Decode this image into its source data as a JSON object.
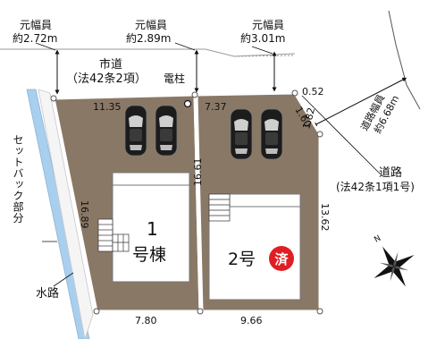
{
  "original_road_widths": [
    {
      "heading": "元幅員",
      "value": "約2.72m"
    },
    {
      "heading": "元幅員",
      "value": "約2.89m"
    },
    {
      "heading": "元幅員",
      "value": "約3.01m"
    }
  ],
  "city_road": {
    "name": "市道",
    "law": "（法42条2項）"
  },
  "utility_pole_label": "電柱",
  "corner_cut_label": "0.52",
  "road_right": {
    "width_heading": "道路幅員",
    "width_value": "約6.68m",
    "name": "道路",
    "law": "(法42条1項1号)"
  },
  "setback_label": "セットバック部分",
  "waterway_label": "水路",
  "lot1": {
    "building_label_line1": "1",
    "building_label_line2": "号棟",
    "dims": {
      "top": "11.35",
      "left": "16.89",
      "right": "16.61",
      "bottom": "7.80"
    }
  },
  "lot2": {
    "building_label": "2号",
    "sold_badge": "済",
    "dims": {
      "top": "7.37",
      "corner_a": "1.60",
      "corner_b": "1.82",
      "right": "13.62",
      "bottom": "9.66"
    }
  },
  "compass_label": "N",
  "colors": {
    "lot_fill": "#8a7866",
    "lot_border": "#ffffff",
    "building_fill": "#ffffff",
    "sold_badge": "#e01e24",
    "car_body": "#1c1c1c"
  }
}
